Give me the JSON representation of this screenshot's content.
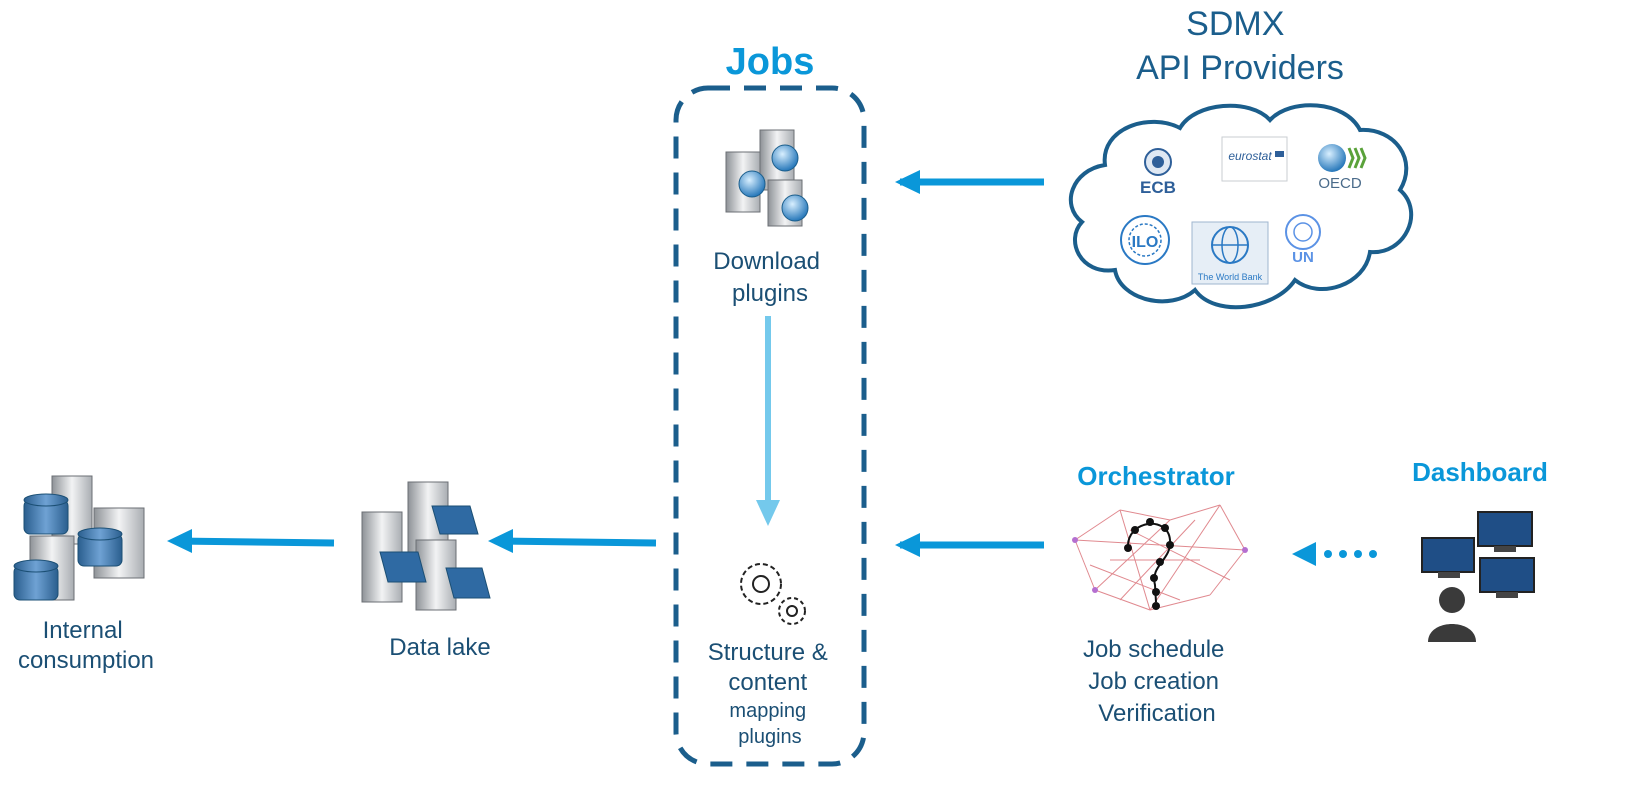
{
  "jobs": {
    "title": "Jobs",
    "download": [
      "Download",
      "plugins"
    ],
    "mapping": [
      "Structure &",
      "content",
      "mapping",
      "plugins"
    ]
  },
  "sdmx": {
    "title": [
      "SDMX",
      "API Providers"
    ],
    "providers": [
      "ECB",
      "eurostat",
      "OECD",
      "ILO",
      "The World Bank",
      "UN"
    ]
  },
  "orchestrator": {
    "title": "Orchestrator",
    "tasks": [
      "Job schedule",
      "Job creation",
      "Verification"
    ]
  },
  "dashboard": {
    "title": "Dashboard"
  },
  "data_lake": {
    "label": "Data lake"
  },
  "internal": {
    "label": [
      "Internal",
      "consumption"
    ]
  },
  "colors": {
    "accent": "#0a97d9",
    "dark_blue": "#1b5e8c",
    "arrow": "#0a97d9",
    "arrow_light": "#74c9ec"
  },
  "icons": [
    "server-globe-icon",
    "gears-icon",
    "cloud-icon",
    "network-question-icon",
    "computers-user-icon",
    "server-folder-icon",
    "server-database-icon"
  ]
}
